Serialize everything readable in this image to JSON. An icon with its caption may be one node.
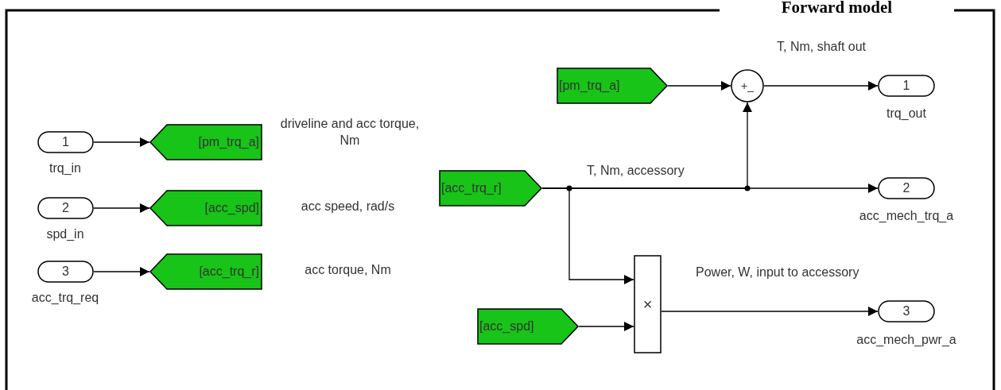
{
  "diagram": {
    "title": "Forward model",
    "nodes": [
      {
        "text": [
          "1"
        ],
        "beside": [
          "trq_in"
        ]
      },
      {
        "text": [
          "[pm_trq_a]"
        ],
        "beside": [
          "driveline and acc torque, Nm"
        ]
      },
      {
        "text": [
          "2"
        ],
        "beside": [
          "spd_in"
        ]
      },
      {
        "text": [
          "[acc_spd]"
        ],
        "beside": [
          "acc speed, rad/s"
        ]
      },
      {
        "text": [
          "3"
        ],
        "beside": [
          "acc_trq_req"
        ]
      },
      {
        "text": [
          "[acc_trq_r]"
        ],
        "beside": [
          "acc torque, Nm"
        ]
      },
      {
        "text": [
          "[pm_trq_a]"
        ]
      },
      {
        "text": [
          "+_"
        ]
      },
      {
        "text": [
          "1"
        ],
        "beside": [
          "trq_out"
        ]
      },
      {
        "text": [
          "[acc_trq_r]"
        ]
      },
      {
        "text": [
          "2"
        ],
        "beside": [
          "acc_mech_trq_a"
        ]
      },
      {
        "text": [
          "×"
        ]
      },
      {
        "text": [
          "[acc_spd]"
        ]
      },
      {
        "text": [
          "3"
        ],
        "beside": [
          "acc_mech_pwr_a"
        ]
      }
    ],
    "edges": [
      {
        "from": 0,
        "to": 1,
        "arrow": "to"
      },
      {
        "from": 2,
        "to": 3,
        "arrow": "to"
      },
      {
        "from": 4,
        "to": 5,
        "arrow": "to"
      },
      {
        "from": 6,
        "to": 7,
        "arrow": "to"
      },
      {
        "from": 7,
        "to": 8,
        "arrow": "to",
        "label": "T, Nm, shaft out"
      },
      {
        "from": 9,
        "to": 10,
        "arrow": "to",
        "label": "T, Nm, accessory"
      },
      {
        "from": 9,
        "to": 7,
        "arrow": "to"
      },
      {
        "from": 9,
        "to": 11,
        "arrow": "to"
      },
      {
        "from": 12,
        "to": 11,
        "arrow": "to"
      },
      {
        "from": 11,
        "to": 13,
        "arrow": "to",
        "label": "Power, W, input to accessory"
      }
    ]
  }
}
